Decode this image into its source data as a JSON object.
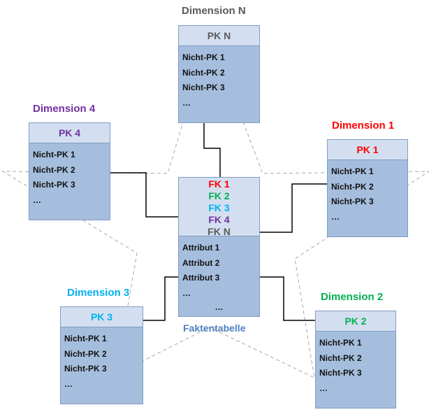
{
  "colors": {
    "box_fill": "#a6bedd",
    "header_fill": "#d3dff0",
    "border": "#7f9cc4",
    "dim_n": "#595959",
    "dim_1": "#ff0000",
    "dim_2": "#00b050",
    "dim_3": "#00b0f0",
    "dim_4": "#7030a0",
    "fact_caption": "#4f81bd"
  },
  "dimensions": {
    "n": {
      "label": "Dimension N",
      "pk": "PK N",
      "rows": [
        "Nicht-PK 1",
        "Nicht-PK 2",
        "Nicht-PK 3",
        "…"
      ]
    },
    "d1": {
      "label": "Dimension 1",
      "pk": "PK 1",
      "rows": [
        "Nicht-PK 1",
        "Nicht-PK 2",
        "Nicht-PK 3",
        "…"
      ]
    },
    "d2": {
      "label": "Dimension 2",
      "pk": "PK 2",
      "rows": [
        "Nicht-PK 1",
        "Nicht-PK 2",
        "Nicht-PK 3",
        "…"
      ]
    },
    "d3": {
      "label": "Dimension 3",
      "pk": "PK 3",
      "rows": [
        "Nicht-PK 1",
        "Nicht-PK 2",
        "Nicht-PK 3",
        "…"
      ]
    },
    "d4": {
      "label": "Dimension 4",
      "pk": "PK 4",
      "rows": [
        "Nicht-PK 1",
        "Nicht-PK 2",
        "Nicht-PK 3",
        "…"
      ]
    }
  },
  "fact": {
    "caption": "Faktentabelle",
    "fks": [
      "FK 1",
      "FK 2",
      "FK 3",
      "FK 4",
      "FK N"
    ],
    "rows": [
      "Attribut 1",
      "Attribut 2",
      "Attribut 3",
      "…"
    ],
    "tail": "…"
  }
}
